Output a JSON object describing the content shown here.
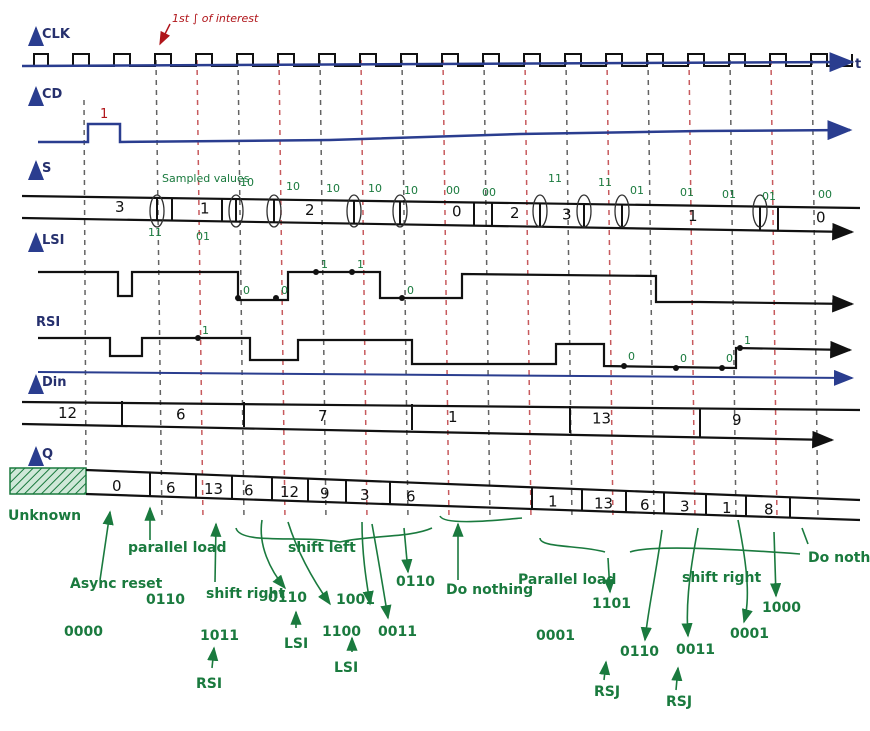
{
  "signals": {
    "clk": "CLK",
    "cd": "CD",
    "s": "S",
    "lsi": "LSI",
    "rsi": "RSI",
    "din": "Din",
    "q": "Q",
    "t": "t"
  },
  "colors": {
    "blue": "#2a3d8f",
    "black": "#111111",
    "green": "#1a7a3e",
    "red": "#b0151a"
  },
  "top_note": "1st ∫ of interest",
  "cd_pulse": "1",
  "sampled_note": "Sampled values",
  "s_values": [
    "3",
    "1",
    "2",
    "0",
    "2",
    "3",
    "1",
    "0"
  ],
  "s_samples": [
    "11",
    "01",
    "10",
    "10",
    "10",
    "10",
    "10",
    "00",
    "00",
    "11",
    "11",
    "01",
    "01",
    "01",
    "01",
    "00"
  ],
  "lsi_samples": [
    "0",
    "0",
    "1",
    "1",
    "0"
  ],
  "rsi_samples": [
    "1",
    "1"
  ],
  "din_samples": [
    "0",
    "0",
    "0"
  ],
  "din_values": [
    "12",
    "6",
    "7",
    "1",
    "13",
    "9"
  ],
  "q_values": [
    "0",
    "6",
    "13",
    "6",
    "12",
    "9",
    "3",
    "6",
    "1",
    "13",
    "6",
    "3",
    "1",
    "8"
  ],
  "q_unknown": "Unknown",
  "annotations": {
    "async_reset": "Async reset",
    "async_bits": "0000",
    "parallel_load": "parallel load",
    "parallel_bits": "0110",
    "shift_right": "shift right",
    "shift_right_bits": "1011",
    "rsi_label": "RSI",
    "shift_left": "shift left",
    "sl_bits_a": "0110",
    "lsi_label_a": "LSI",
    "sl_bits_b": "1001",
    "sl_bits_c": "1100",
    "lsi_label_b": "LSI",
    "sl_bits_d": "0011",
    "sl_bits_e": "0110",
    "do_nothing": "Do nothing",
    "parallel_load_2": "Parallel load",
    "pl2_bits": "0001",
    "pl2_bits_b": "1101",
    "shift_right_2": "shift right",
    "sr2_bits_a": "0110",
    "rsj_a": "RSJ",
    "sr2_bits_b": "0011",
    "rsj_b": "RSJ",
    "sr2_bits_c": "0001",
    "sr2_bits_d": "1000",
    "do_nothing_2": "Do nothing"
  }
}
